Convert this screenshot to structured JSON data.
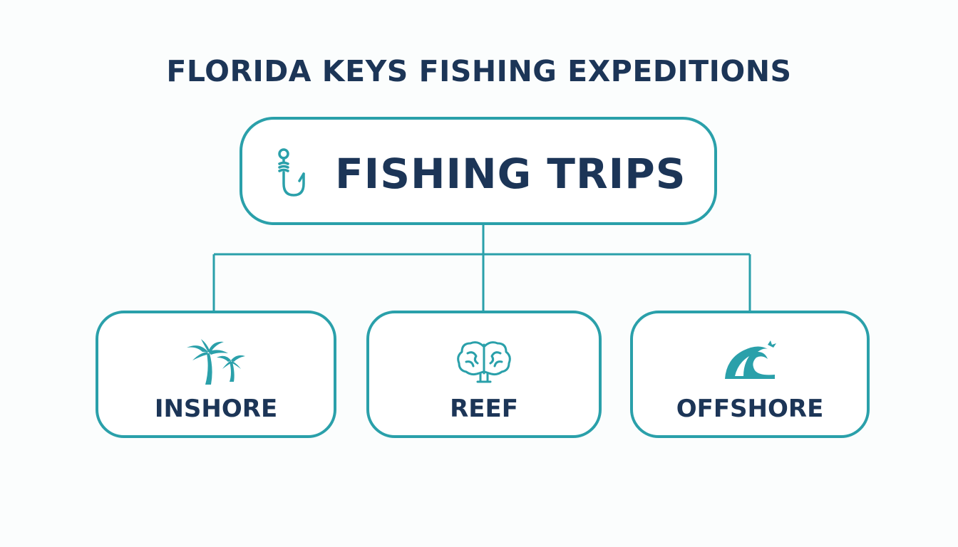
{
  "title": "FLORIDA KEYS FISHING EXPEDITIONS",
  "root": {
    "label": "FISHING TRIPS",
    "icon": "fish-hook-icon"
  },
  "children": [
    {
      "label": "INSHORE",
      "icon": "palm-tree-icon"
    },
    {
      "label": "REEF",
      "icon": "coral-icon"
    },
    {
      "label": "OFFSHORE",
      "icon": "wave-icon"
    }
  ],
  "colors": {
    "accent": "#2aa0aa",
    "text": "#1c3557",
    "background": "#fbfdfd"
  }
}
